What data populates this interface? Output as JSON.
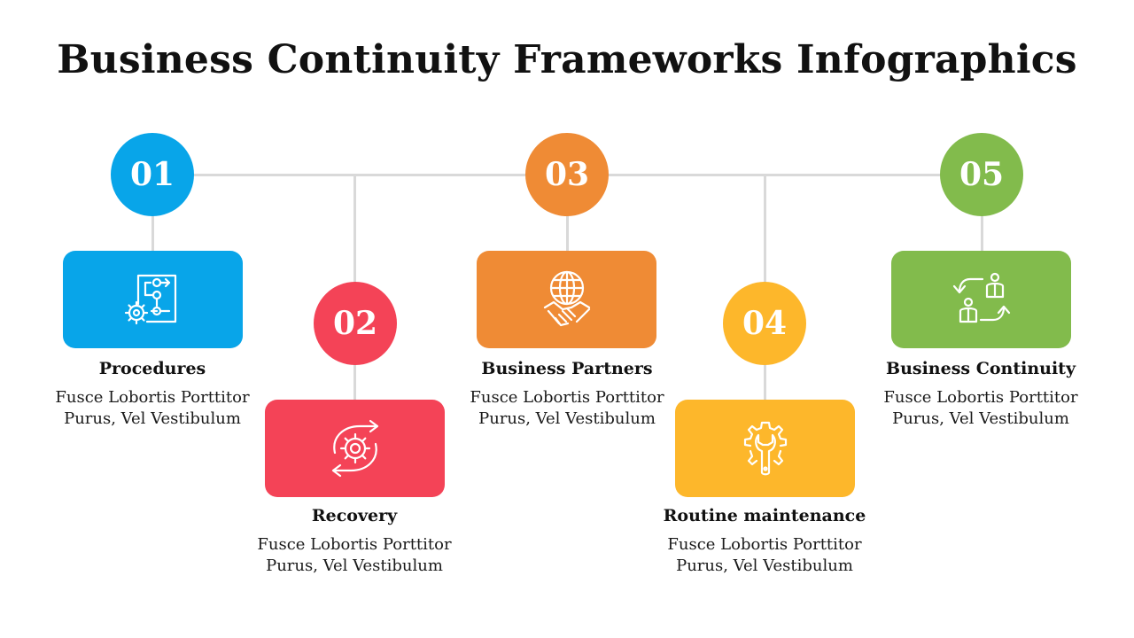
{
  "title": "Business Continuity Frameworks Infographics",
  "colors": {
    "blue": "#08a5e9",
    "red": "#f44357",
    "orange": "#ef8b35",
    "yellow": "#fdb72b",
    "green": "#82bb4c",
    "line": "#d9d9d9"
  },
  "steps": [
    {
      "number": "01",
      "label": "Procedures",
      "desc_line1": "Fusce Lobortis Porttitor",
      "desc_line2": "Purus, Vel Vestibulum",
      "icon": "flowchart-gear-icon"
    },
    {
      "number": "02",
      "label": "Recovery",
      "desc_line1": "Fusce Lobortis Porttitor",
      "desc_line2": "Purus, Vel Vestibulum",
      "icon": "gear-cycle-arrows-icon"
    },
    {
      "number": "03",
      "label": "Business Partners",
      "desc_line1": "Fusce Lobortis Porttitor",
      "desc_line2": "Purus, Vel Vestibulum",
      "icon": "globe-handshake-icon"
    },
    {
      "number": "04",
      "label": "Routine maintenance",
      "desc_line1": "Fusce Lobortis Porttitor",
      "desc_line2": "Purus, Vel Vestibulum",
      "icon": "gear-wrench-icon"
    },
    {
      "number": "05",
      "label": "Business Continuity",
      "desc_line1": "Fusce Lobortis Porttitor",
      "desc_line2": "Purus, Vel Vestibulum",
      "icon": "people-cycle-arrows-icon"
    }
  ]
}
